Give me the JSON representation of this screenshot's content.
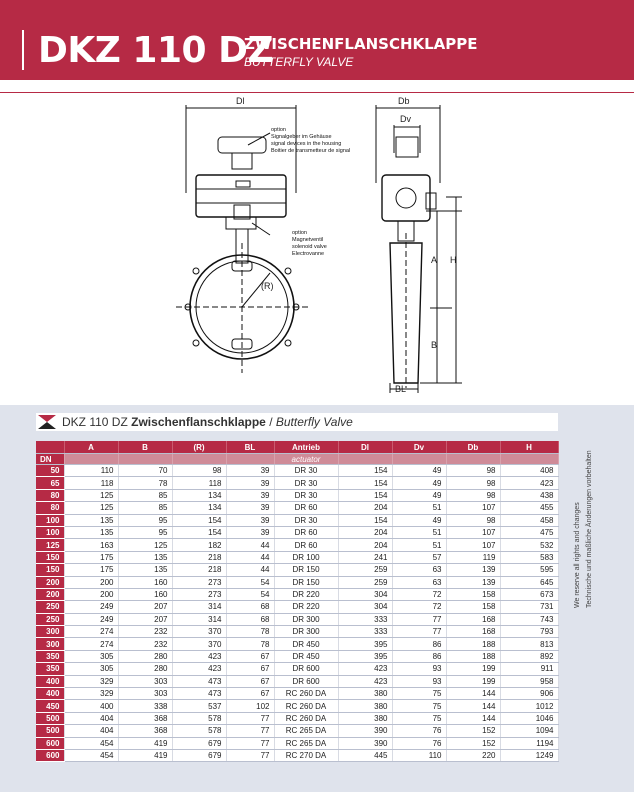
{
  "header": {
    "title": "DKZ 110 DZ",
    "subtitle_de": "ZWISCHENFLANSCHKLAPPE",
    "subtitle_en": "BUTTERFLY VALVE"
  },
  "drawing": {
    "dims": {
      "dl": "Dl",
      "db": "Db",
      "dv": "Dv",
      "h": "H",
      "a": "A",
      "b": "B",
      "bl": "BL",
      "r": "(R)"
    },
    "note1": [
      "option",
      "Signalgeber im Gehäuse",
      "signal devices in the housing",
      "Boitier de transmetteur de signal"
    ],
    "note2": [
      "option",
      "Magnetventil",
      "solenoid valve",
      "Electrovanne"
    ]
  },
  "table_title": {
    "prefix": "DKZ 110 DZ ",
    "bold": "Zwischenflanschklappe",
    "sep": " / ",
    "italic": "Butterfly Valve"
  },
  "table": {
    "headers": [
      "",
      "A",
      "B",
      "(R)",
      "BL",
      "Antrieb",
      "Dl",
      "Dv",
      "Db",
      "H"
    ],
    "unit_row_label": "DN",
    "unit_row_actuator": "actuator",
    "rows": [
      [
        "50",
        "110",
        "70",
        "98",
        "39",
        "DR 30",
        "154",
        "49",
        "98",
        "408"
      ],
      [
        "65",
        "118",
        "78",
        "118",
        "39",
        "DR 30",
        "154",
        "49",
        "98",
        "423"
      ],
      [
        "80",
        "125",
        "85",
        "134",
        "39",
        "DR 30",
        "154",
        "49",
        "98",
        "438"
      ],
      [
        "80",
        "125",
        "85",
        "134",
        "39",
        "DR 60",
        "204",
        "51",
        "107",
        "455"
      ],
      [
        "100",
        "135",
        "95",
        "154",
        "39",
        "DR 30",
        "154",
        "49",
        "98",
        "458"
      ],
      [
        "100",
        "135",
        "95",
        "154",
        "39",
        "DR 60",
        "204",
        "51",
        "107",
        "475"
      ],
      [
        "125",
        "163",
        "125",
        "182",
        "44",
        "DR 60",
        "204",
        "51",
        "107",
        "532"
      ],
      [
        "150",
        "175",
        "135",
        "218",
        "44",
        "DR 100",
        "241",
        "57",
        "119",
        "583"
      ],
      [
        "150",
        "175",
        "135",
        "218",
        "44",
        "DR 150",
        "259",
        "63",
        "139",
        "595"
      ],
      [
        "200",
        "200",
        "160",
        "273",
        "54",
        "DR 150",
        "259",
        "63",
        "139",
        "645"
      ],
      [
        "200",
        "200",
        "160",
        "273",
        "54",
        "DR 220",
        "304",
        "72",
        "158",
        "673"
      ],
      [
        "250",
        "249",
        "207",
        "314",
        "68",
        "DR 220",
        "304",
        "72",
        "158",
        "731"
      ],
      [
        "250",
        "249",
        "207",
        "314",
        "68",
        "DR 300",
        "333",
        "77",
        "168",
        "743"
      ],
      [
        "300",
        "274",
        "232",
        "370",
        "78",
        "DR 300",
        "333",
        "77",
        "168",
        "793"
      ],
      [
        "300",
        "274",
        "232",
        "370",
        "78",
        "DR 450",
        "395",
        "86",
        "188",
        "813"
      ],
      [
        "350",
        "305",
        "280",
        "423",
        "67",
        "DR 450",
        "395",
        "86",
        "188",
        "892"
      ],
      [
        "350",
        "305",
        "280",
        "423",
        "67",
        "DR 600",
        "423",
        "93",
        "199",
        "911"
      ],
      [
        "400",
        "329",
        "303",
        "473",
        "67",
        "DR 600",
        "423",
        "93",
        "199",
        "958"
      ],
      [
        "400",
        "329",
        "303",
        "473",
        "67",
        "RC 260 DA",
        "380",
        "75",
        "144",
        "906"
      ],
      [
        "450",
        "400",
        "338",
        "537",
        "102",
        "RC 260 DA",
        "380",
        "75",
        "144",
        "1012"
      ],
      [
        "500",
        "404",
        "368",
        "578",
        "77",
        "RC 260 DA",
        "380",
        "75",
        "144",
        "1046"
      ],
      [
        "500",
        "404",
        "368",
        "578",
        "77",
        "RC 265 DA",
        "390",
        "76",
        "152",
        "1094"
      ],
      [
        "600",
        "454",
        "419",
        "679",
        "77",
        "RC 265 DA",
        "390",
        "76",
        "152",
        "1194"
      ],
      [
        "600",
        "454",
        "419",
        "679",
        "77",
        "RC 270 DA",
        "445",
        "110",
        "220",
        "1249"
      ]
    ]
  },
  "side_note": {
    "line1": "We reserve all rights and changes",
    "line2": "Technische und maßliche Änderungen vorbehalten"
  }
}
